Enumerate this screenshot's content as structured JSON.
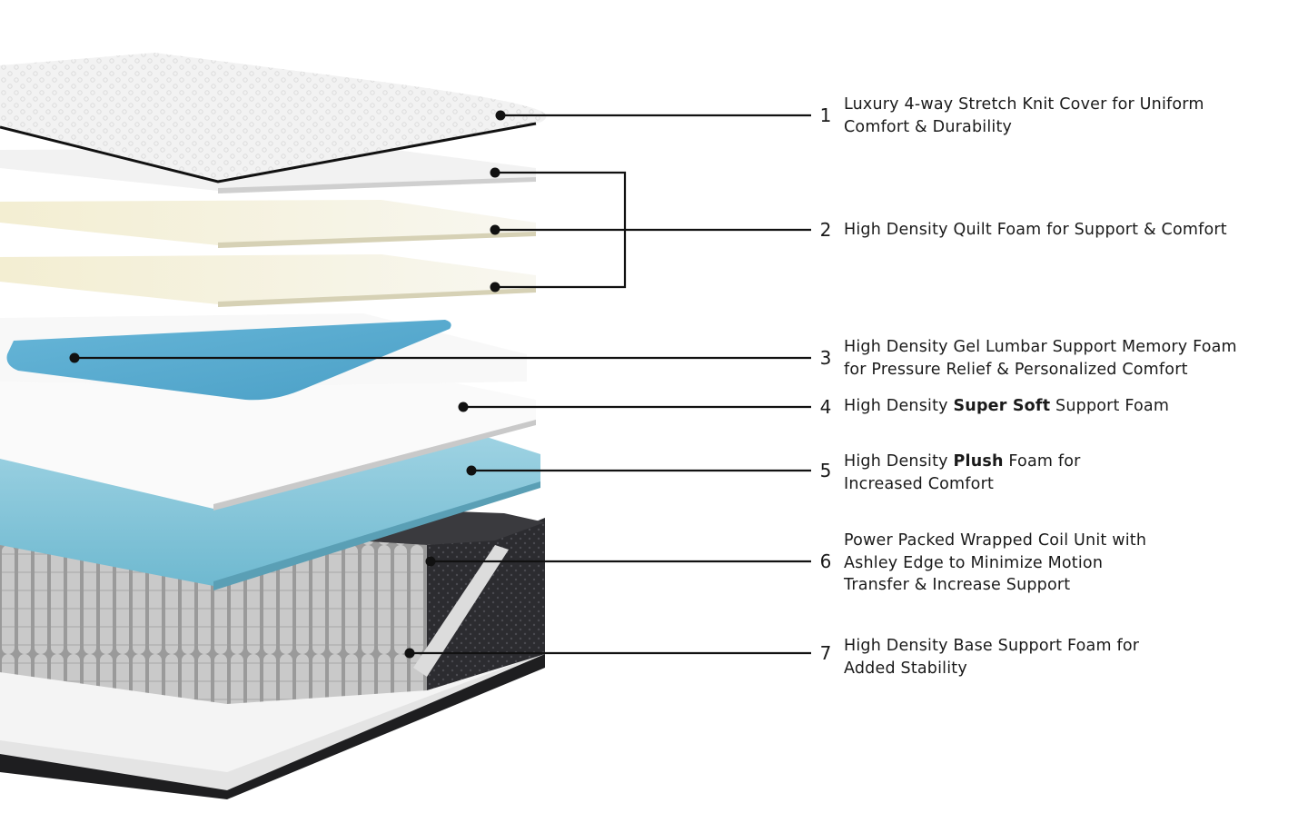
{
  "colors": {
    "cover": "#f1f1f1",
    "quilt_foam": "#f6f3e3",
    "gel_foam": "#5aaed0",
    "plush_foam": "#8fcbdc",
    "coil": "#b8b8b8",
    "border_fabric": "#2c2c30",
    "leader_line": "#111111"
  },
  "callouts": [
    {
      "number": "1",
      "lines": [
        [
          {
            "t": "Luxury 4-way Stretch Knit Cover for Uniform"
          }
        ],
        [
          {
            "t": "Comfort & Durability"
          }
        ]
      ]
    },
    {
      "number": "2",
      "lines": [
        [
          {
            "t": "High Density Quilt Foam for Support & Comfort"
          }
        ]
      ]
    },
    {
      "number": "3",
      "lines": [
        [
          {
            "t": "High Density Gel Lumbar Support Memory Foam"
          }
        ],
        [
          {
            "t": "for Pressure Relief & Personalized Comfort"
          }
        ]
      ]
    },
    {
      "number": "4",
      "lines": [
        [
          {
            "t": "High Density "
          },
          {
            "t": "Super Soft",
            "b": true
          },
          {
            "t": " Support Foam"
          }
        ]
      ]
    },
    {
      "number": "5",
      "lines": [
        [
          {
            "t": "High Density "
          },
          {
            "t": "Plush",
            "b": true
          },
          {
            "t": " Foam for"
          }
        ],
        [
          {
            "t": "Increased Comfort"
          }
        ]
      ]
    },
    {
      "number": "6",
      "lines": [
        [
          {
            "t": "Power Packed Wrapped Coil Unit with"
          }
        ],
        [
          {
            "t": "Ashley Edge to Minimize Motion"
          }
        ],
        [
          {
            "t": "Transfer & Increase Support"
          }
        ]
      ]
    },
    {
      "number": "7",
      "lines": [
        [
          {
            "t": "High Density Base Support Foam for"
          }
        ],
        [
          {
            "t": "Added Stability"
          }
        ]
      ]
    }
  ]
}
